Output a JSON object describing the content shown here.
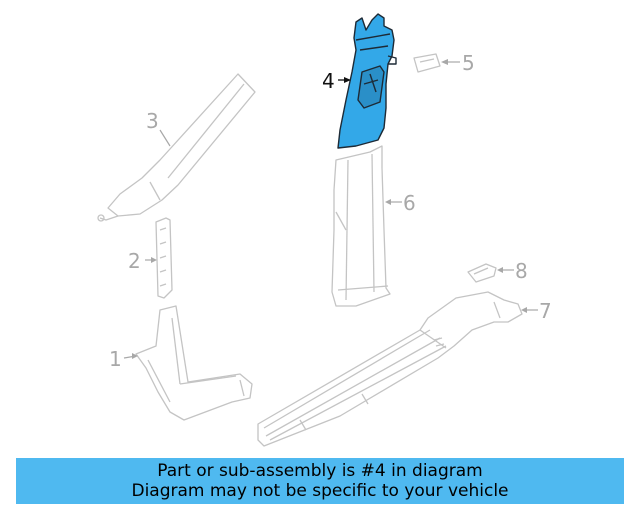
{
  "colors": {
    "highlight_fill": "#33a8e8",
    "highlight_stroke": "#1d2a36",
    "part_line": "#c4c4c4",
    "label_gray": "#a8a8a8",
    "label_active": "#111111",
    "banner_bg": "#4fb9f0"
  },
  "callouts": [
    {
      "id": "1",
      "label": "1",
      "highlighted": false
    },
    {
      "id": "2",
      "label": "2",
      "highlighted": false
    },
    {
      "id": "3",
      "label": "3",
      "highlighted": false
    },
    {
      "id": "4",
      "label": "4",
      "highlighted": true
    },
    {
      "id": "5",
      "label": "5",
      "highlighted": false
    },
    {
      "id": "6",
      "label": "6",
      "highlighted": false
    },
    {
      "id": "7",
      "label": "7",
      "highlighted": false
    },
    {
      "id": "8",
      "label": "8",
      "highlighted": false
    }
  ],
  "banner": {
    "line1": "Part or sub-assembly is #4 in diagram",
    "line2": "Diagram may not be specific to your vehicle"
  }
}
